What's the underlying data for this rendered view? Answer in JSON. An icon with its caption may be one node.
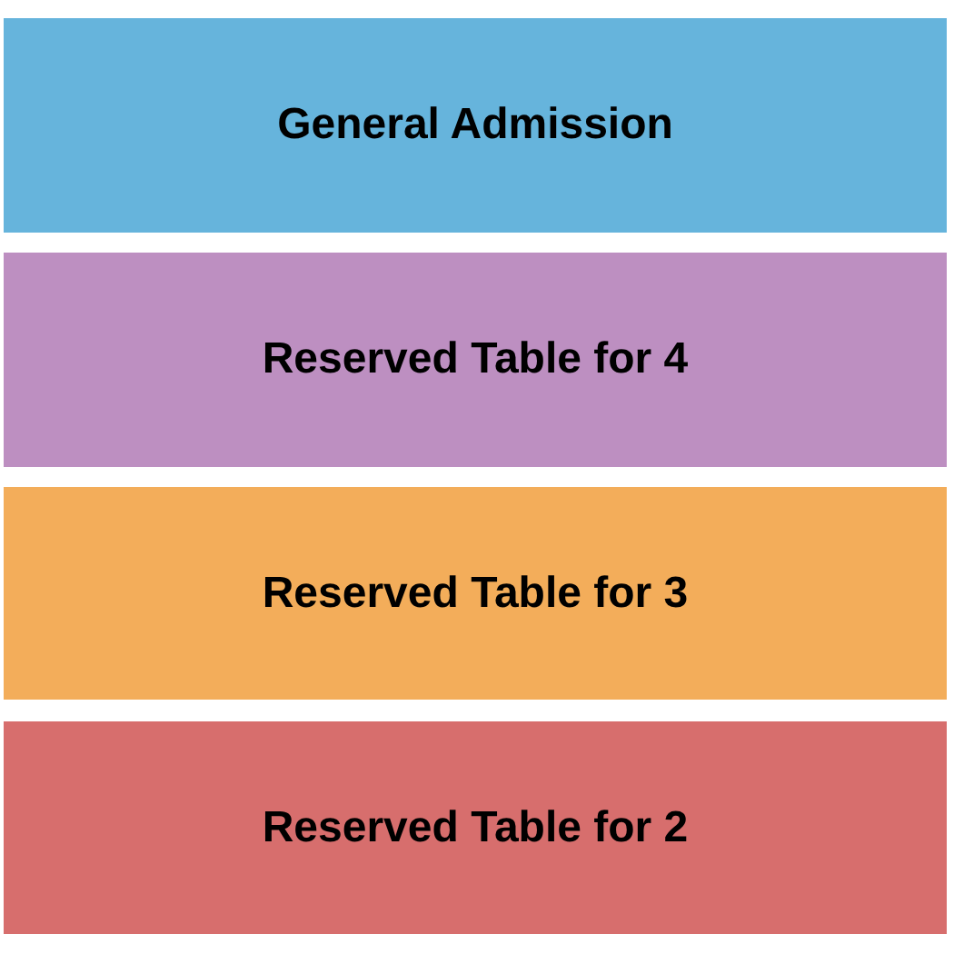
{
  "diagram": {
    "nodes": [
      {
        "text": [
          "General Admission"
        ]
      },
      {
        "text": [
          "Reserved Table for 4"
        ]
      },
      {
        "text": [
          "Reserved Table for 3"
        ]
      },
      {
        "text": [
          "Reserved Table for 2"
        ]
      }
    ]
  }
}
